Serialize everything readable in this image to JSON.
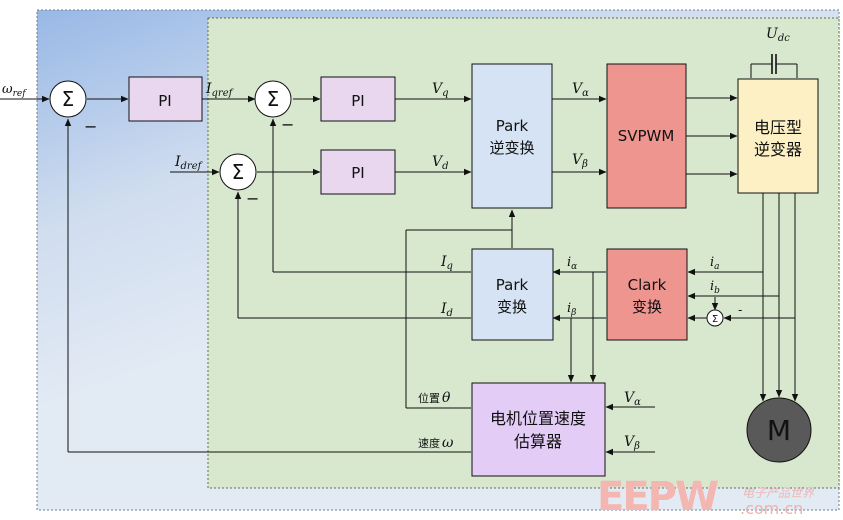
{
  "blocks": {
    "pi_speed": "PI",
    "pi_q": "PI",
    "pi_d": "PI",
    "park_inverse": [
      "Park",
      "逆变换"
    ],
    "svpwm": "SVPWM",
    "inverter": [
      "电压型",
      "逆变器"
    ],
    "park": [
      "Park",
      "变换"
    ],
    "clark": [
      "Clark",
      "变换"
    ],
    "estimator": [
      "电机位置速度",
      "估算器"
    ],
    "motor": "M"
  },
  "summing": {
    "symbol": "Σ",
    "minus": "−",
    "small_minus": "-"
  },
  "signals": {
    "omega_ref": {
      "base": "ω",
      "sub": "ref"
    },
    "iq_ref": {
      "base": "I",
      "sub": "qref"
    },
    "id_ref": {
      "base": "I",
      "sub": "dref"
    },
    "vq": {
      "base": "V",
      "sub": "q"
    },
    "vd": {
      "base": "V",
      "sub": "d"
    },
    "v_alpha_top": {
      "base": "V",
      "sub": "α"
    },
    "v_beta_top": {
      "base": "V",
      "sub": "β"
    },
    "udc": {
      "base": "U",
      "sub": "dc"
    },
    "iq": {
      "base": "I",
      "sub": "q"
    },
    "id": {
      "base": "I",
      "sub": "d"
    },
    "i_alpha": {
      "base": "i",
      "sub": "α"
    },
    "i_beta": {
      "base": "i",
      "sub": "β"
    },
    "ia": {
      "base": "i",
      "sub": "a"
    },
    "ib": {
      "base": "i",
      "sub": "b"
    },
    "v_alpha_est": {
      "base": "V",
      "sub": "α"
    },
    "v_beta_est": {
      "base": "V",
      "sub": "β"
    },
    "position_label": "位置",
    "position_symbol": "θ",
    "speed_label": "速度",
    "speed_symbol": "ω"
  },
  "watermark": {
    "logo": "EEPW",
    "domain": ".com.cn",
    "chinese": "电子产品世界"
  },
  "colors": {
    "outer_bg": "#d6e3f1",
    "outer_bg_top": "#9fbde6",
    "inner_bg": "#d8e8cf",
    "pi_fill": "#e8d7ee",
    "park_fill": "#d5e3f4",
    "red_fill": "#ee9590",
    "inverter_fill": "#fdf0c4",
    "estimator_fill": "#e3ccf6",
    "motor_fill": "#595959"
  }
}
